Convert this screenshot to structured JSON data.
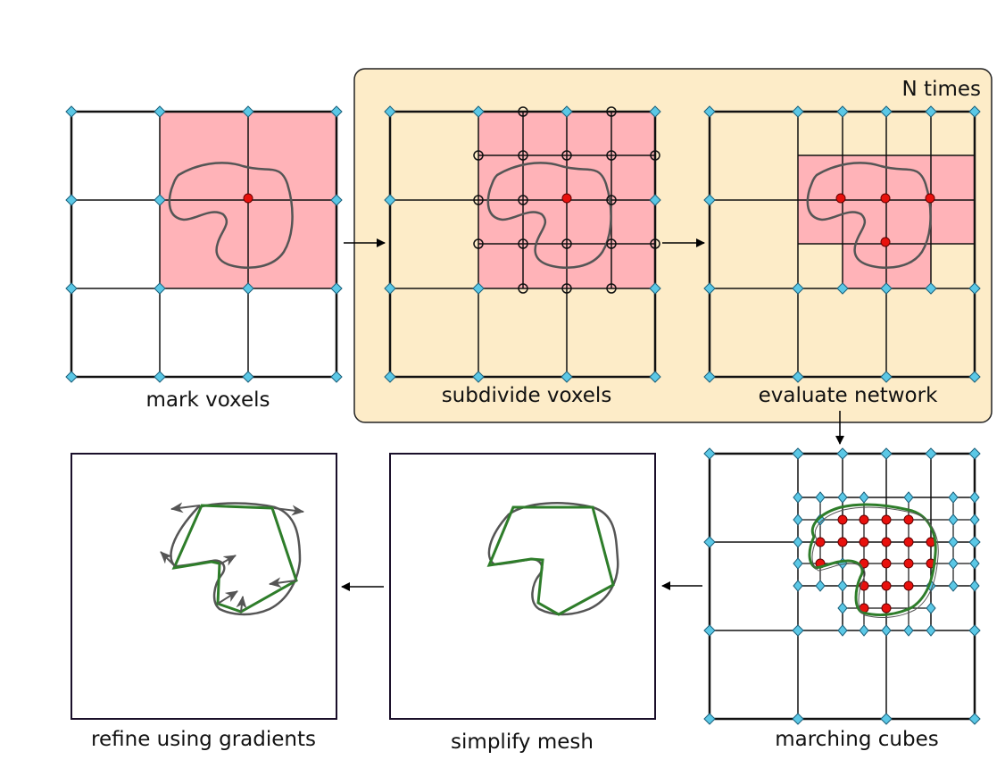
{
  "labels": {
    "mark_voxels": "mark voxels",
    "subdivide_voxels": "subdivide voxels",
    "evaluate_network": "evaluate network",
    "n_times": "N times",
    "marching_cubes": "marching cubes",
    "simplify_mesh": "simplify mesh",
    "refine_gradients": "refine using gradients"
  },
  "colors": {
    "loop_panel_fill": "#fdecc8",
    "marked_voxel_fill": "#ffb3b8",
    "grid_node": "#5bc8e6",
    "evaluated_point": "#e8110d",
    "mesh": "#2e7d2a",
    "shape_outline": "#555555"
  }
}
